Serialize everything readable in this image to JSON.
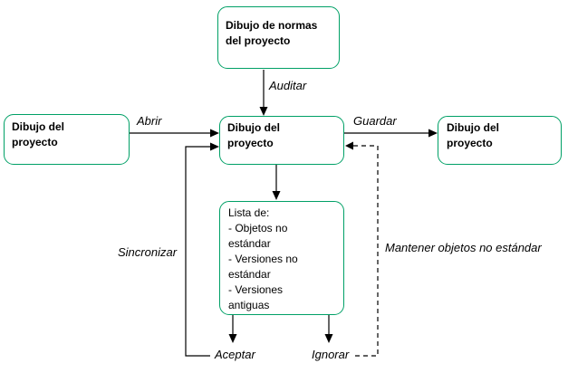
{
  "colors": {
    "box_border": "#00A066",
    "connector": "#000000",
    "text": "#000000",
    "background": "#ffffff"
  },
  "nodes": {
    "normas": {
      "label": "Dibujo de normas\ndel proyecto"
    },
    "izquierda": {
      "label": "Dibujo del\nproyecto"
    },
    "centro": {
      "label": "Dibujo del\nproyecto"
    },
    "derecha": {
      "label": "Dibujo del\nproyecto"
    },
    "lista": {
      "label": "Lista de:\n- Objetos no\nestándar\n- Versiones no\nestándar\n- Versiones\nantiguas"
    }
  },
  "edge_labels": {
    "auditar": "Auditar",
    "abrir": "Abrir",
    "guardar": "Guardar",
    "sincronizar": "Sincronizar",
    "mantener": "Mantener objetos no estándar",
    "aceptar": "Aceptar",
    "ignorar": "Ignorar"
  }
}
